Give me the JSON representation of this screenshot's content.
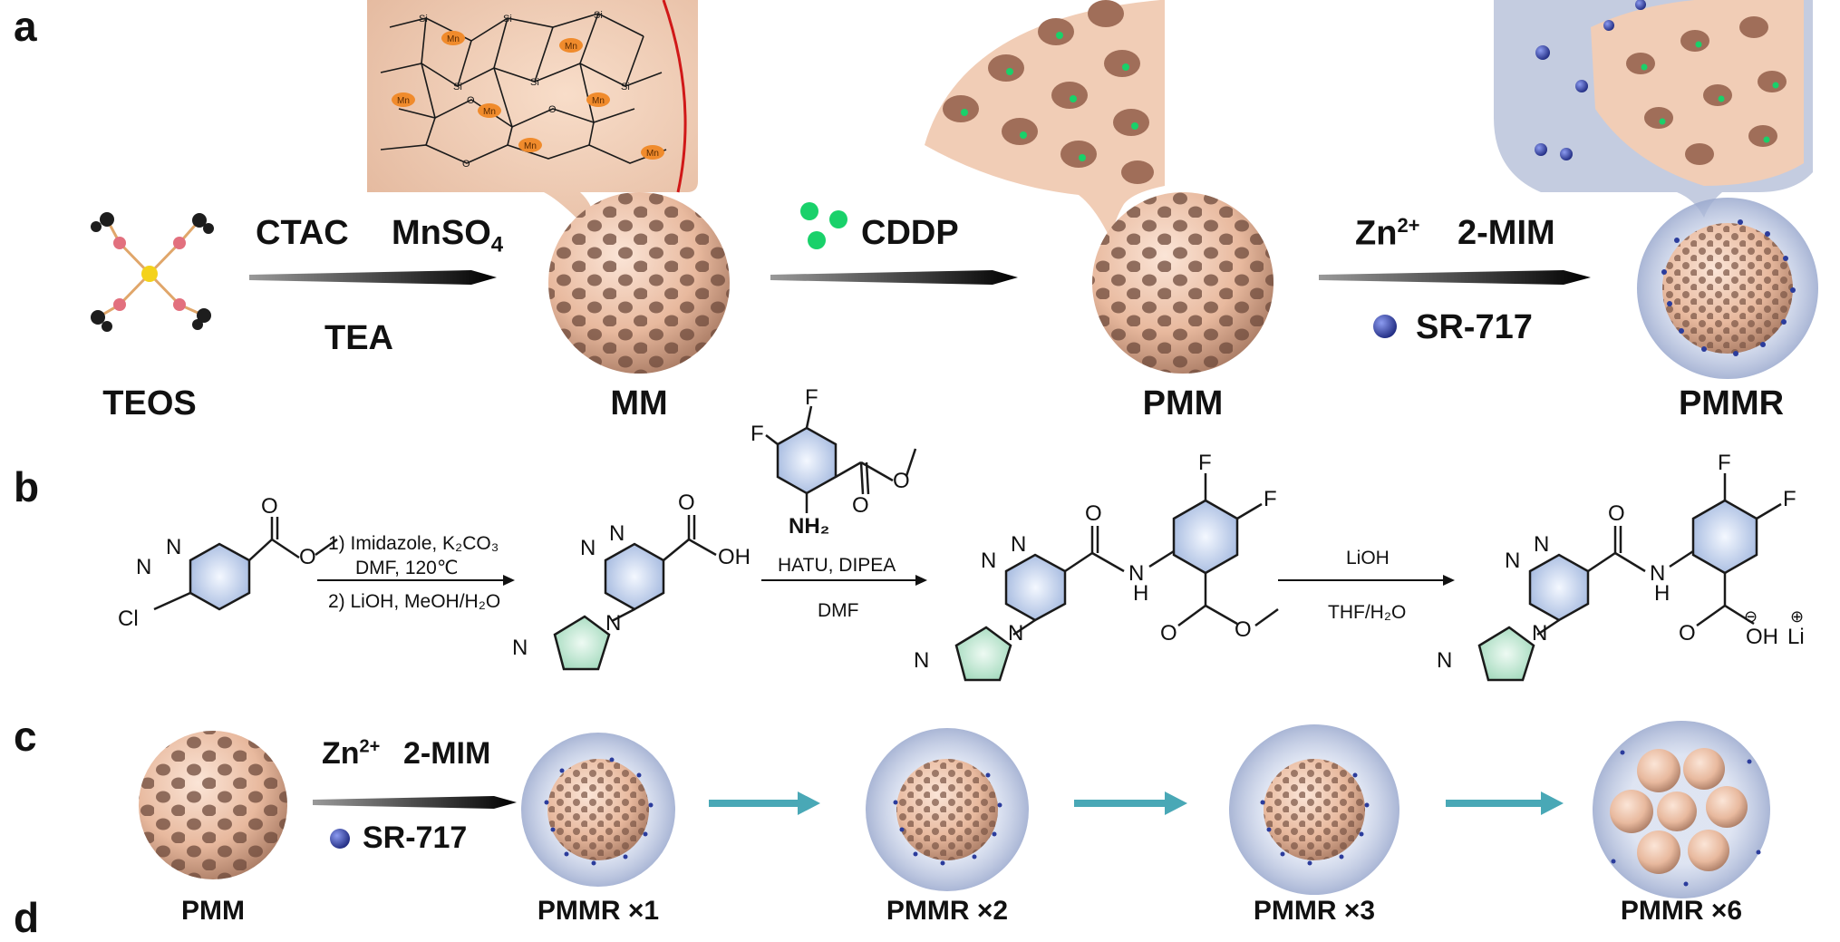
{
  "panels": {
    "a": "a",
    "b": "b",
    "c": "c",
    "d": "d"
  },
  "row_a": {
    "labels": {
      "teos": "TEOS",
      "mm": "MM",
      "pmm": "PMM",
      "pmmr": "PMMR"
    },
    "step1": {
      "reagent1": "CTAC",
      "reagent2": "MnSO",
      "reagent2_sub": "4",
      "reagent3": "TEA"
    },
    "step2": {
      "reagent": "CDDP"
    },
    "step3": {
      "reagent1": "Zn",
      "reagent1_sup": "2+",
      "reagent2": "2-MIM",
      "reagent3": "SR-717"
    },
    "inset_atoms": {
      "si": "Si",
      "o": "O",
      "mn": "Mn"
    }
  },
  "row_b": {
    "step1_line1": "1) Imidazole, K₂CO₃",
    "step1_line2": "DMF, 120℃",
    "step1_line3": "2) LiOH, MeOH/H₂O",
    "step2_line1": "HATU, DIPEA",
    "step2_line2": "DMF",
    "step3_line1": "LiOH",
    "step3_line2": "THF/H₂O",
    "atoms": {
      "n": "N",
      "cl": "Cl",
      "o": "O",
      "oh": "OH",
      "h": "H",
      "f": "F",
      "nh2": "NH₂",
      "li": "Li",
      "minus": "⊖",
      "plus": "⊕"
    }
  },
  "row_c": {
    "reagent1": "Zn",
    "reagent1_sup": "2+",
    "reagent2": "2-MIM",
    "reagent3": "SR-717",
    "labels": [
      "PMM",
      "PMMR ×1",
      "PMMR ×2",
      "PMMR ×3",
      "PMMR ×6"
    ]
  },
  "colors": {
    "sphere": "#e9bda4",
    "ring_blue": "#a9bde0",
    "ring_green": "#a7dcc1",
    "arrow_teal": "#49a8b6",
    "mn_orange": "#f08b2c",
    "cddp_green": "#19d16a",
    "sr717_blue": "#2b3c9c"
  }
}
